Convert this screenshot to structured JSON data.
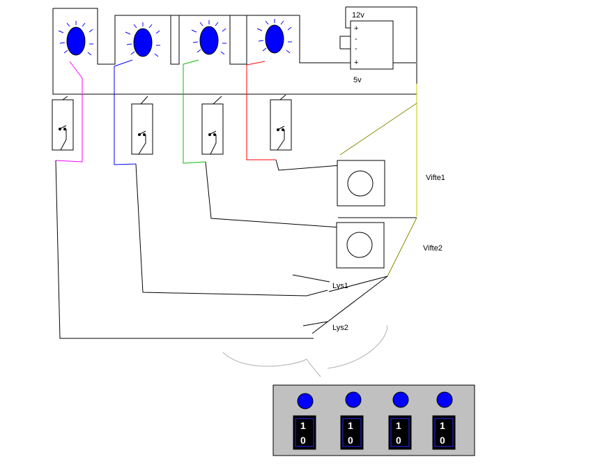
{
  "psu": {
    "label_top": "12v",
    "label_bottom": "5v",
    "terminals": [
      "+",
      "-",
      "-",
      "+"
    ]
  },
  "fans": [
    {
      "label": "Vifte1"
    },
    {
      "label": "Vifte2"
    }
  ],
  "lights": [
    {
      "label": "Lys1"
    },
    {
      "label": "Lys2"
    }
  ],
  "leds": [
    {
      "name": "led-1",
      "wire_color": "#ff00ff"
    },
    {
      "name": "led-2",
      "wire_color": "#0000ff"
    },
    {
      "name": "led-3",
      "wire_color": "#00c000"
    },
    {
      "name": "led-4",
      "wire_color": "#ff0000"
    }
  ],
  "led_fill": "#0000ff",
  "panel": {
    "background": "#c0c0c0",
    "switches": [
      {
        "on_label": "1",
        "off_label": "0"
      },
      {
        "on_label": "1",
        "off_label": "0"
      },
      {
        "on_label": "1",
        "off_label": "0"
      },
      {
        "on_label": "1",
        "off_label": "0"
      }
    ]
  }
}
